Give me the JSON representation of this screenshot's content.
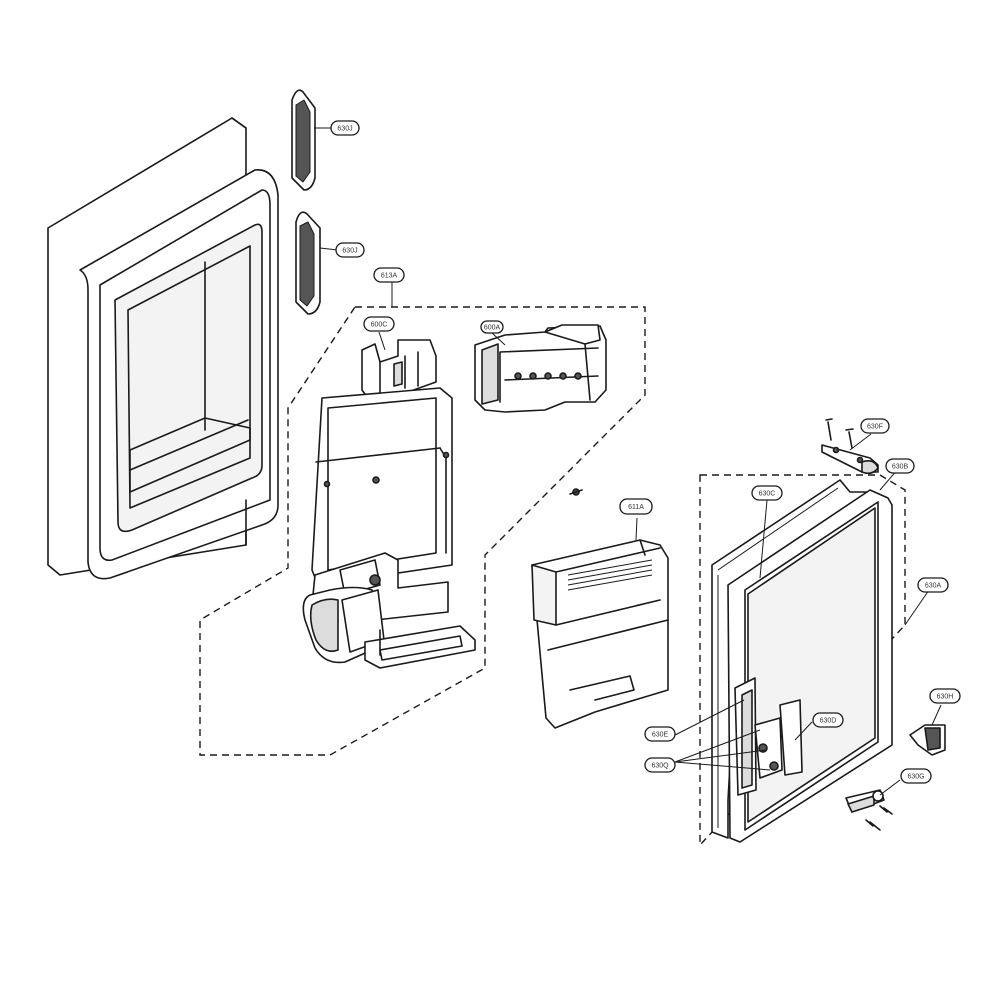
{
  "diagram": {
    "callouts": [
      {
        "id": "c630j_top",
        "text": "630J"
      },
      {
        "id": "c630j_bottom",
        "text": "630J"
      },
      {
        "id": "c613a",
        "text": "613A"
      },
      {
        "id": "c600c",
        "text": "600C"
      },
      {
        "id": "c600a",
        "text": "600A"
      },
      {
        "id": "c611a",
        "text": "611A"
      },
      {
        "id": "c630f",
        "text": "630F"
      },
      {
        "id": "c630b",
        "text": "630B"
      },
      {
        "id": "c630c",
        "text": "630C"
      },
      {
        "id": "c630a",
        "text": "630A"
      },
      {
        "id": "c630h",
        "text": "630H"
      },
      {
        "id": "c630e",
        "text": "630E"
      },
      {
        "id": "c630d",
        "text": "630D"
      },
      {
        "id": "c630g",
        "text": "630G"
      },
      {
        "id": "c630q",
        "text": "630Q"
      }
    ]
  }
}
